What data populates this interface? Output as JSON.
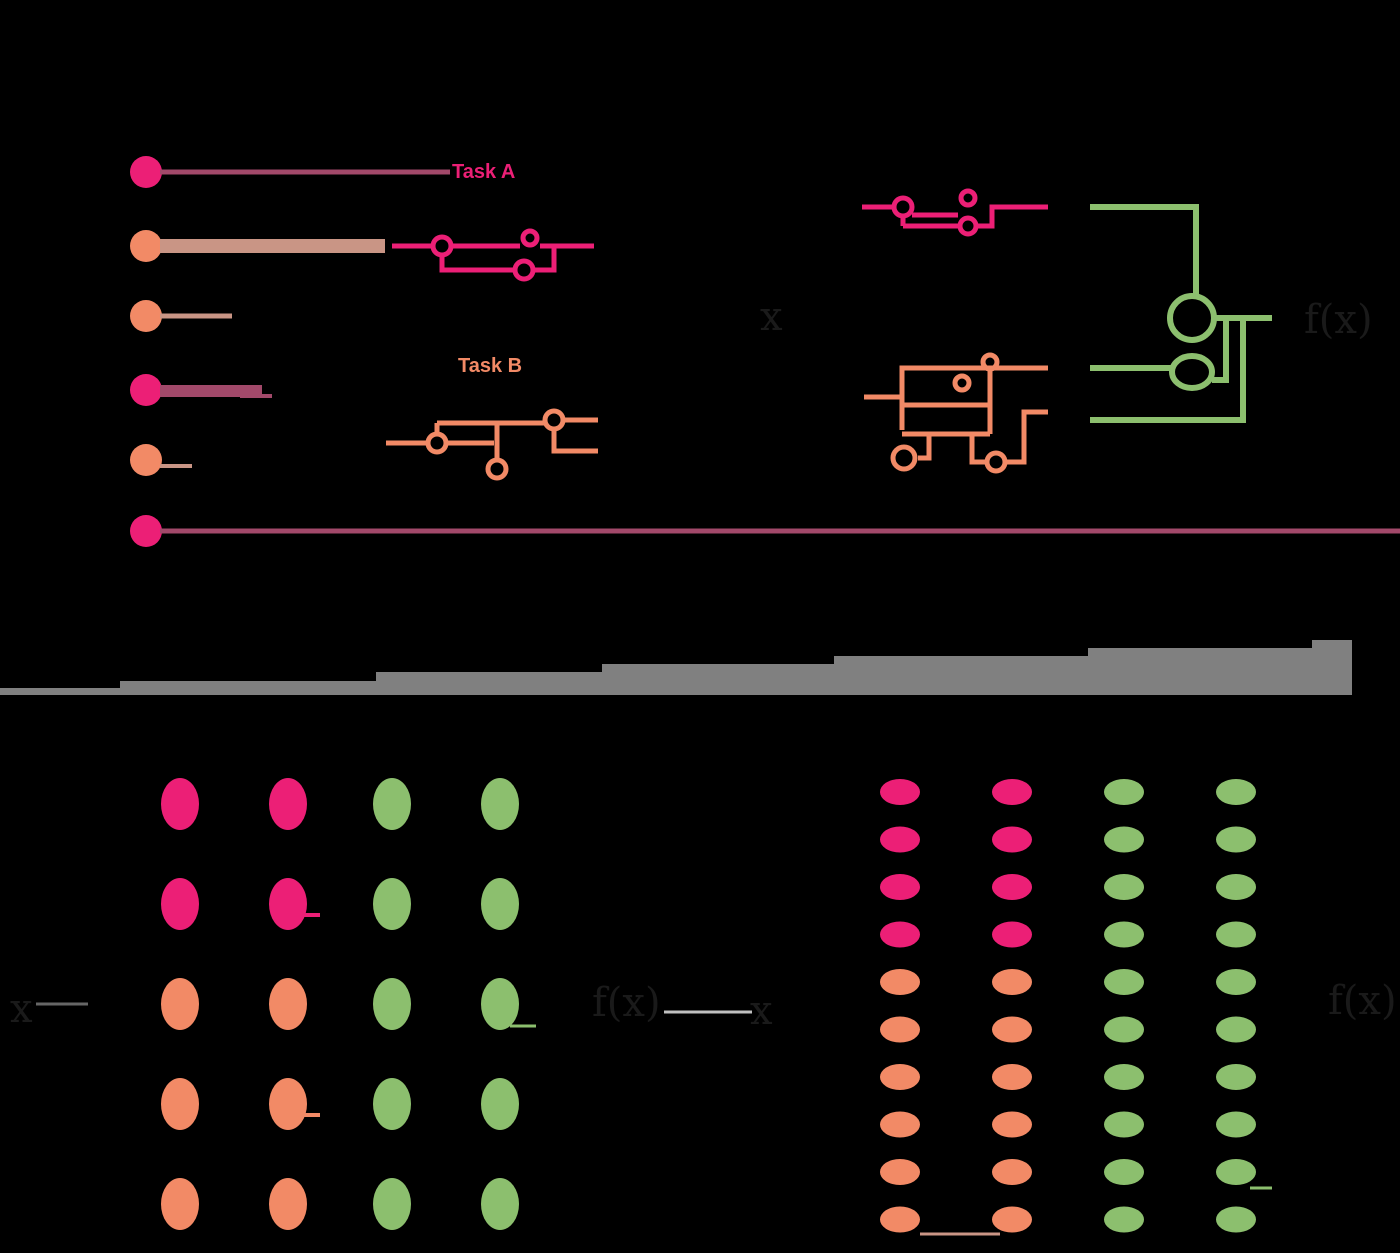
{
  "colors": {
    "background": "#000000",
    "magenta": "#ec1f76",
    "orange": "#f28a66",
    "green": "#8cbf6e",
    "mauve_line": "#a2496a",
    "tan_line": "#c99585",
    "grey_bar": "#808080",
    "dark_text": "#1a1a1a"
  },
  "top_left": {
    "task_a_label": "Task A",
    "task_b_label": "Task B",
    "nodes": [
      {
        "color": "magenta",
        "line_color": "mauve_line"
      },
      {
        "color": "orange",
        "line_color": "tan_line"
      },
      {
        "color": "orange",
        "line_color": "tan_line"
      },
      {
        "color": "magenta",
        "line_color": "mauve_line"
      },
      {
        "color": "orange",
        "line_color": "tan_line"
      },
      {
        "color": "magenta",
        "line_color": "mauve_line"
      }
    ]
  },
  "top_right": {
    "input_label": "x",
    "output_label": "f(x)"
  },
  "bottom_left": {
    "input_label": "x",
    "output_label": "f(x)",
    "grid_rows": [
      [
        "magenta",
        "magenta",
        "green",
        "green"
      ],
      [
        "magenta",
        "magenta",
        "green",
        "green"
      ],
      [
        "orange",
        "orange",
        "green",
        "green"
      ],
      [
        "orange",
        "orange",
        "green",
        "green"
      ],
      [
        "orange",
        "orange",
        "green",
        "green"
      ]
    ]
  },
  "bottom_right": {
    "input_label": "x",
    "output_label": "f(x)",
    "grid_rows": [
      [
        "magenta",
        "magenta",
        "green",
        "green"
      ],
      [
        "magenta",
        "magenta",
        "green",
        "green"
      ],
      [
        "magenta",
        "magenta",
        "green",
        "green"
      ],
      [
        "magenta",
        "magenta",
        "green",
        "green"
      ],
      [
        "orange",
        "orange",
        "green",
        "green"
      ],
      [
        "orange",
        "orange",
        "green",
        "green"
      ],
      [
        "orange",
        "orange",
        "green",
        "green"
      ],
      [
        "orange",
        "orange",
        "green",
        "green"
      ],
      [
        "orange",
        "orange",
        "green",
        "green"
      ],
      [
        "orange",
        "orange",
        "green",
        "green"
      ]
    ]
  }
}
